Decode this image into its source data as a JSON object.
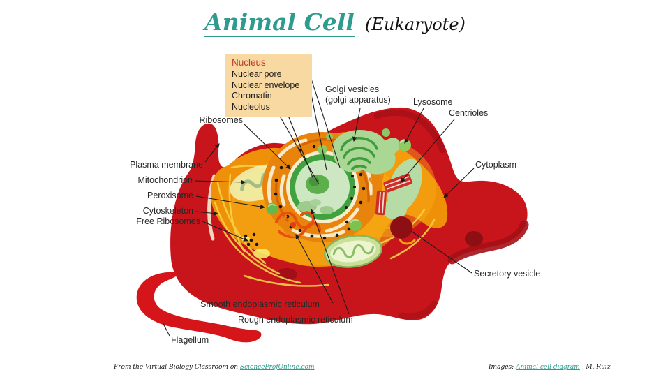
{
  "title": {
    "main": "Animal Cell",
    "sub": "(Eukaryote)"
  },
  "nucleus_box": {
    "title": "Nucleus",
    "items": [
      "Nuclear pore",
      "Nuclear envelope",
      "Chromatin",
      "Nucleolus"
    ]
  },
  "labels": {
    "ribosomes": "Ribosomes",
    "golgi_line1": "Golgi vesicles",
    "golgi_line2": "(golgi apparatus)",
    "lysosome": "Lysosome",
    "centrioles": "Centrioles",
    "plasma_membrane": "Plasma membrane",
    "mitochondrion": "Mitochondrion",
    "peroxisome": "Peroxisome",
    "cytoskeleton": "Cytoskeleton",
    "free_ribosomes": "Free Ribosomes",
    "cytoplasm": "Cytoplasm",
    "secretory_vesicle": "Secretory vesicle",
    "smooth_er": "Smooth endoplasmic reticulum",
    "rough_er": "Rough endoplasmic reticulum",
    "flagellum": "Flagellum"
  },
  "footer": {
    "left_prefix": "From the Virtual Biology Classroom on ",
    "left_link": "ScienceProfOnline.com",
    "right_prefix": "Images: ",
    "right_link": "Animal cell diagram",
    "right_suffix": " , M. Ruiz"
  },
  "colors": {
    "accent_teal": "#2E9B8F",
    "membrane_red": "#C8151C",
    "membrane_dark_red": "#A50F16",
    "cytoplasm_orange": "#EE9109",
    "nucleus_green": "#3FA23E",
    "box_background": "#F8D9A2",
    "nucleus_label_red": "#C13B2A"
  }
}
